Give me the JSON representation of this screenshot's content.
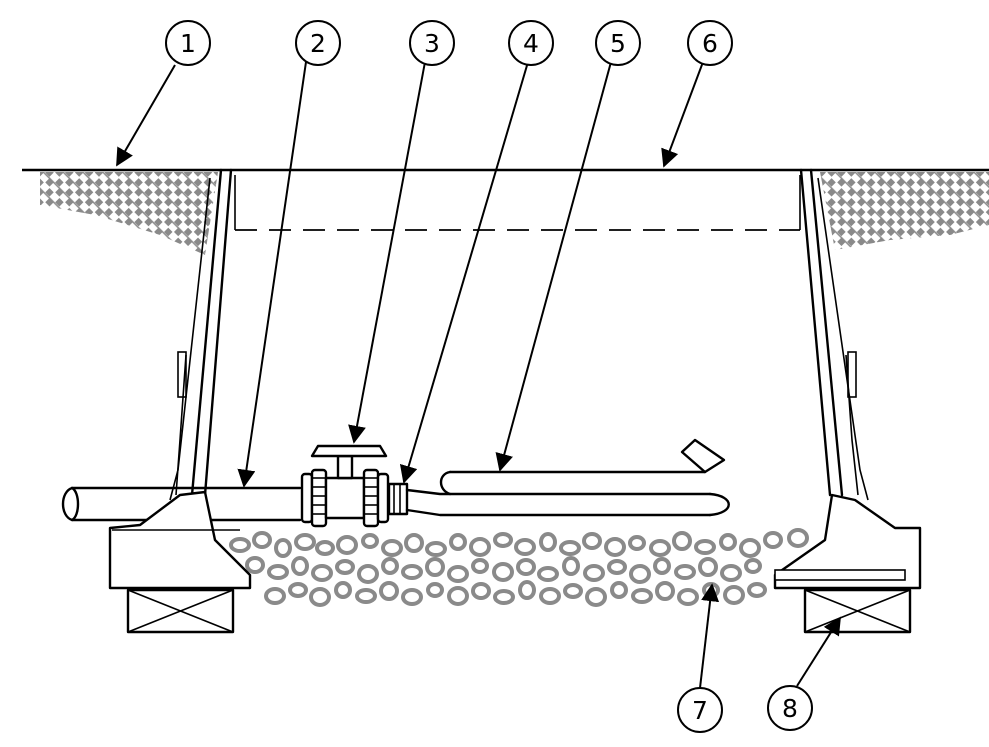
{
  "callouts": [
    {
      "id": "1",
      "label": "1"
    },
    {
      "id": "2",
      "label": "2"
    },
    {
      "id": "3",
      "label": "3"
    },
    {
      "id": "4",
      "label": "4"
    },
    {
      "id": "5",
      "label": "5"
    },
    {
      "id": "6",
      "label": "6"
    },
    {
      "id": "7",
      "label": "7"
    },
    {
      "id": "8",
      "label": "8"
    }
  ],
  "colors": {
    "ink": "#000000",
    "soil_hatch": "#8a8a8a",
    "gravel": "#8a8a8a",
    "background": "#ffffff"
  }
}
